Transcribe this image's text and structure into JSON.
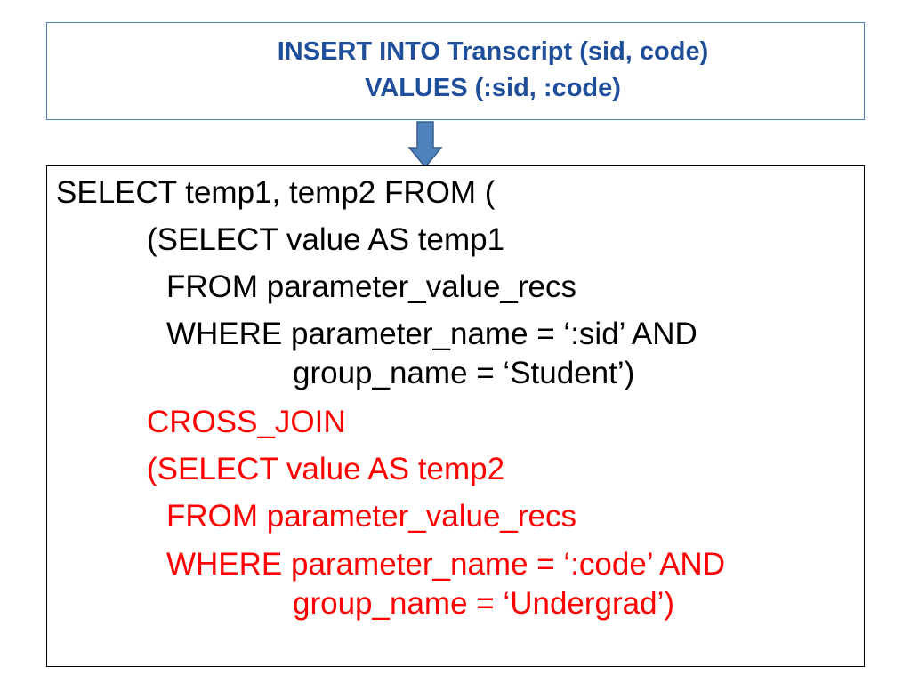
{
  "insert_statement": {
    "line1": "INSERT INTO Transcript (sid, code)",
    "line2": "VALUES (:sid, :code)"
  },
  "colors": {
    "title_blue": "#1f4e9b",
    "box_border_blue": "#4f81bd",
    "arrow_fill": "#4f81bd",
    "highlight_red": "#ff0000"
  },
  "arrow_icon": "down-arrow-icon",
  "select_query": {
    "lines": [
      "SELECT temp1, temp2 FROM (",
      "(SELECT value AS temp1",
      "FROM parameter_value_recs",
      "WHERE parameter_name = ‘:sid’ AND",
      "group_name = ‘Student’)",
      "CROSS_JOIN",
      "(SELECT value AS temp2",
      "FROM parameter_value_recs",
      "WHERE parameter_name = ‘:code’ AND",
      "group_name = ‘Undergrad’)"
    ]
  }
}
